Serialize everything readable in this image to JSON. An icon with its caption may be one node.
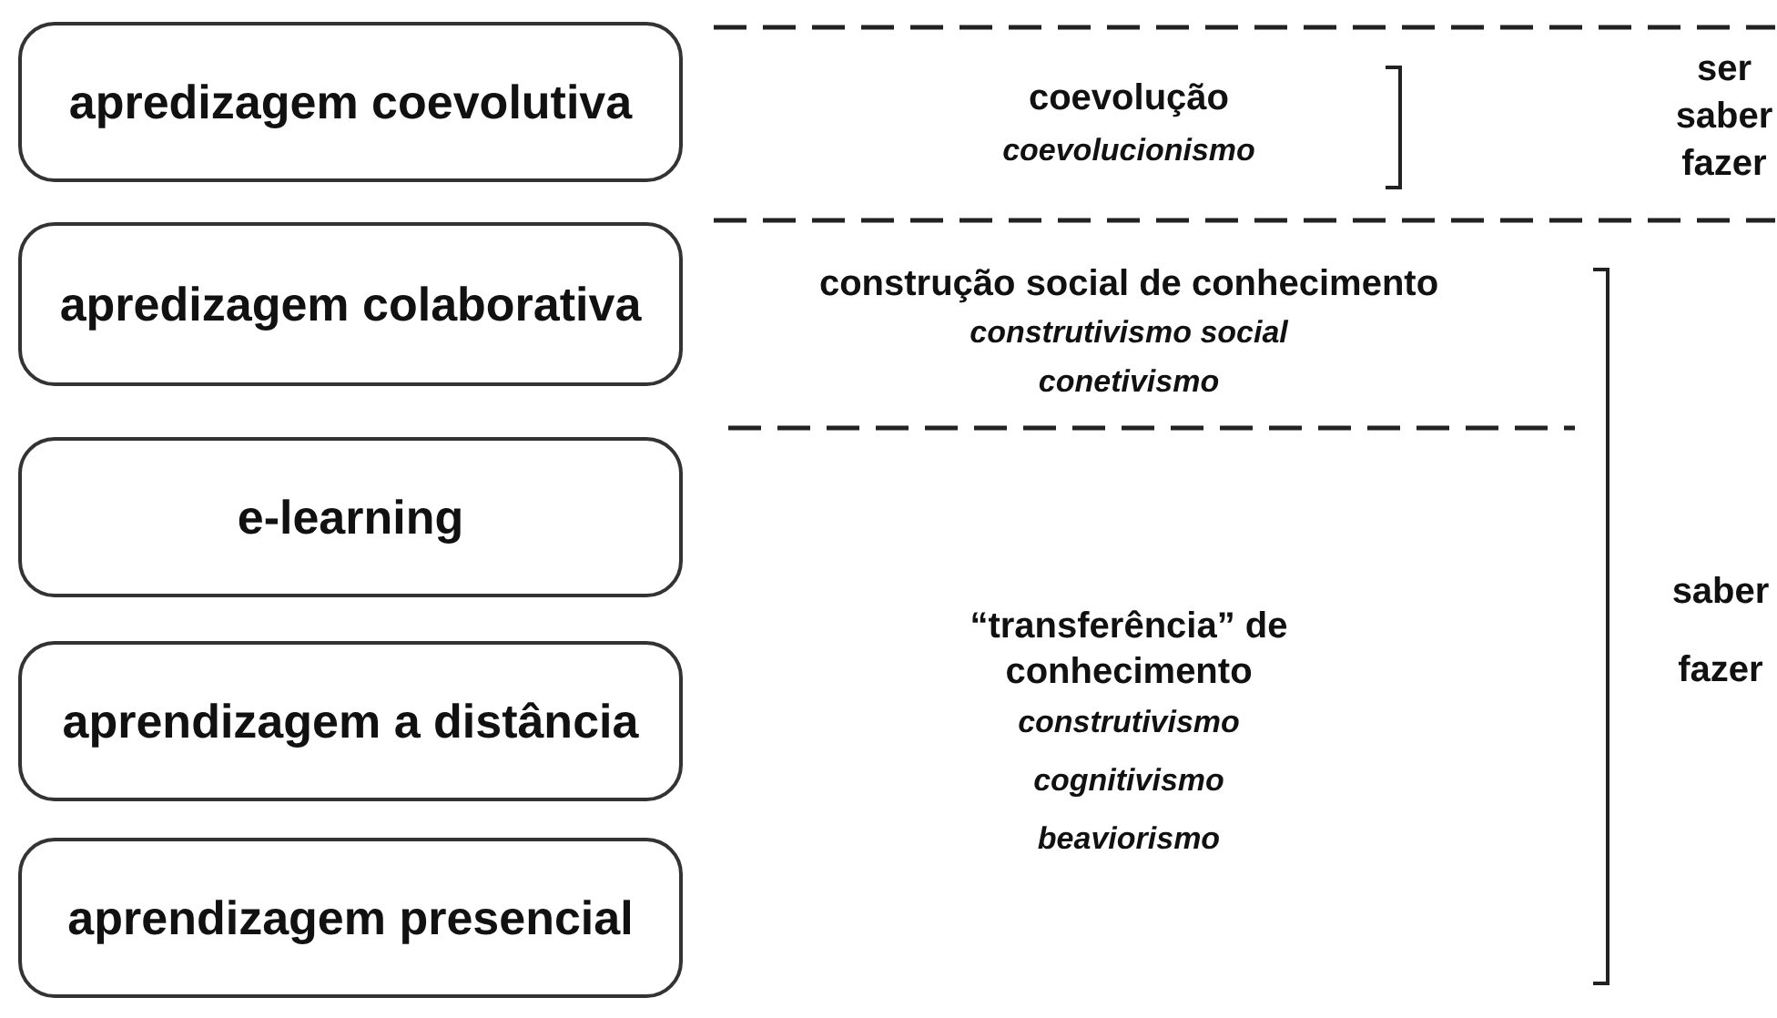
{
  "diagram": {
    "nodes": [
      {
        "text": [
          "apredizagem coevolutiva"
        ]
      },
      {
        "text": [
          "apredizagem colaborativa"
        ]
      },
      {
        "text": [
          "e-learning"
        ]
      },
      {
        "text": [
          "aprendizagem a distância"
        ]
      },
      {
        "text": [
          "aprendizagem presencial"
        ]
      }
    ],
    "labels": [
      "coevolução",
      "coevolucionismo",
      "ser",
      "saber",
      "fazer",
      "construção social de conhecimento",
      "construtivismo social",
      "conetivismo",
      "“transferência” de conhecimento",
      "construtivismo",
      "cognitivismo",
      "beaviorismo",
      "saber",
      "fazer"
    ]
  }
}
